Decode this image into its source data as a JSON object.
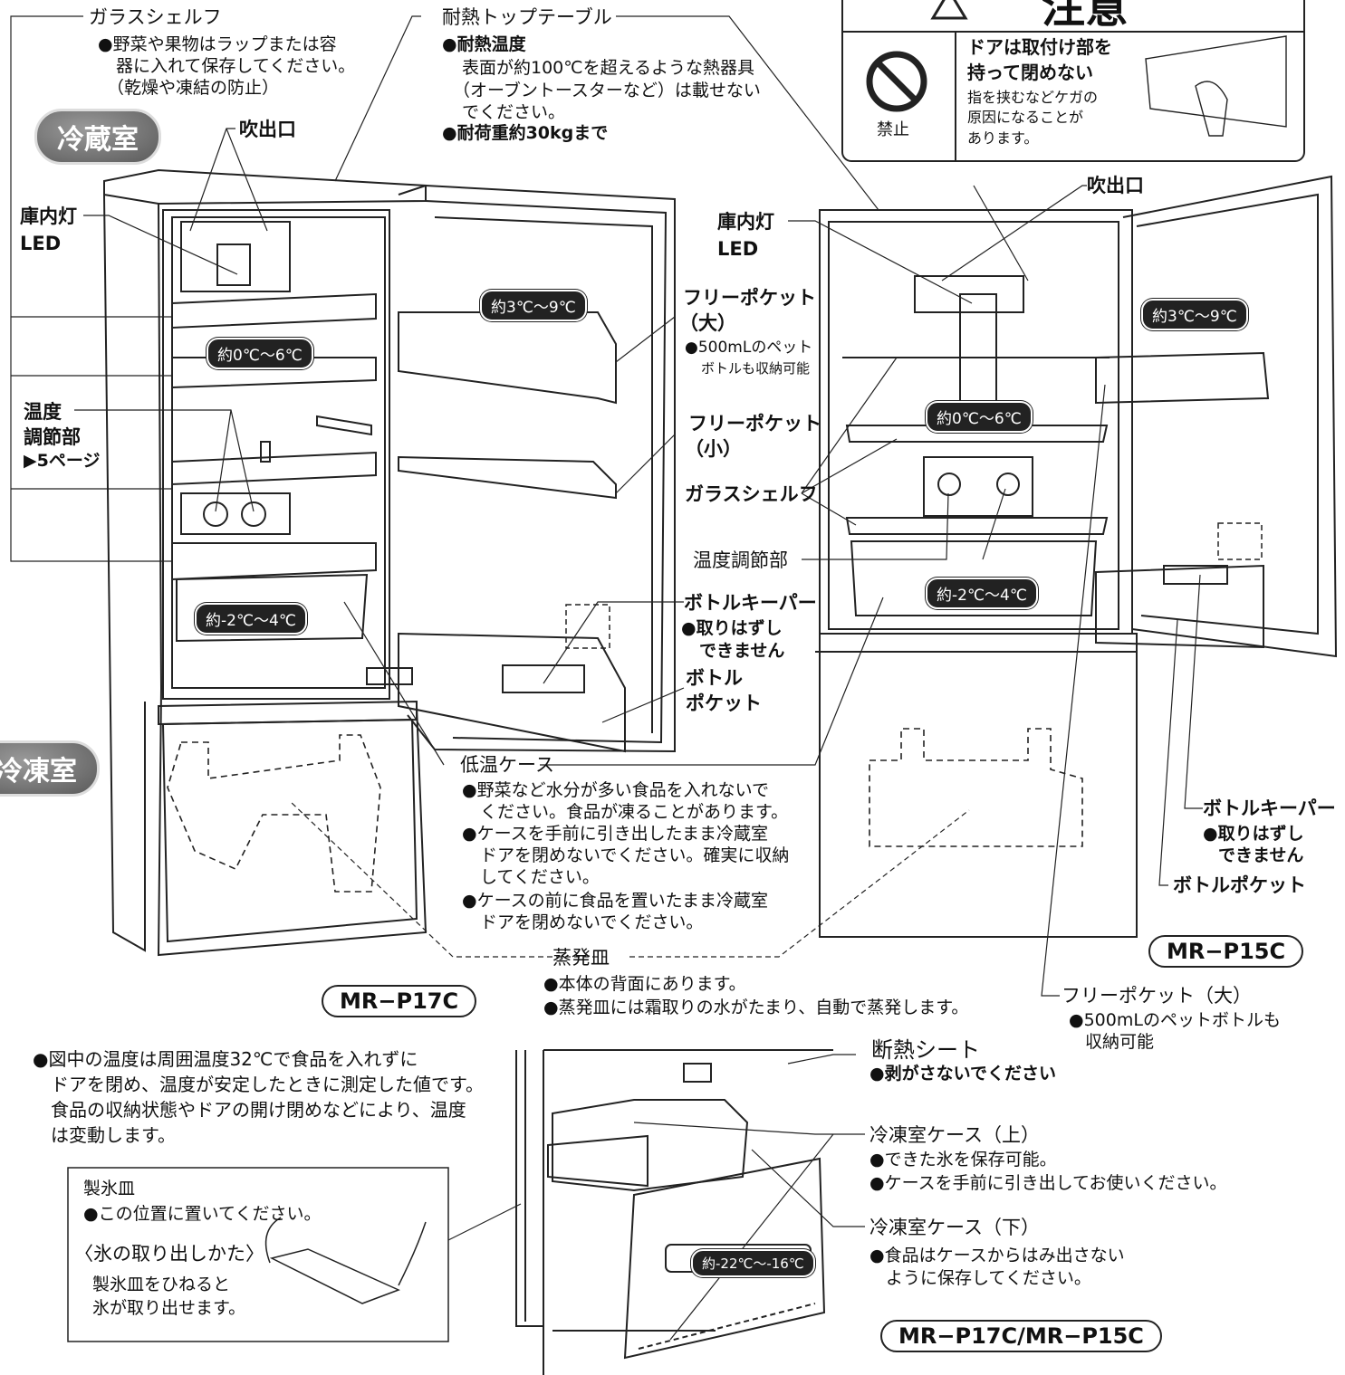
{
  "caution": {
    "title": "注意",
    "prohibit_label": "禁止",
    "heading_line1": "ドアは取付け部を",
    "heading_line2": "持って閉めない",
    "body_line1": "指を挟むなどケガの",
    "body_line2": "原因になることが",
    "body_line3": "あります。"
  },
  "sections": {
    "fridge": "冷蔵室",
    "freezer": "冷凍室"
  },
  "left_labels": {
    "glass_shelf": "ガラスシェルフ",
    "glass_note1": "●野菜や果物はラップまたは容",
    "glass_note2": "器に入れて保存してください。",
    "glass_note3": "（乾燥や凍結の防止）",
    "vent": "吹出口",
    "lamp1": "庫内灯",
    "lamp2": "LED",
    "temp_ctrl1": "温度",
    "temp_ctrl2": "調節部",
    "temp_ctrl3": "▶5ページ"
  },
  "top_table": {
    "title": "耐熱トップテーブル",
    "l1": "●耐熱温度",
    "l2": "表面が約100℃を超えるような熱器具",
    "l3": "（オーブントースターなど）は載せない",
    "l4": "でください。",
    "l5": "●耐荷重約30kgまで"
  },
  "temps": {
    "door": "約3℃〜9℃",
    "chill": "約0℃〜6℃",
    "low": "約-2℃〜4℃",
    "freezer": "約-22℃〜-16℃"
  },
  "mid_labels": {
    "free_large1": "フリーポケット",
    "free_large2": "（大）",
    "free_large_note1": "●500mLのペット",
    "free_large_note2": "ボトルも収納可能",
    "free_small1": "フリーポケット",
    "free_small2": "（小）",
    "keeper": "ボトルキーパー",
    "keeper_note1": "●取りはずし",
    "keeper_note2": "できません",
    "bottle1": "ボトル",
    "bottle2": "ポケット",
    "lowcase": "低温ケース",
    "lowcase_n1": "●野菜など水分が多い食品を入れないで",
    "lowcase_n2": "ください。食品が凍ることがあります。",
    "lowcase_n3": "●ケースを手前に引き出したまま冷蔵室",
    "lowcase_n4": "ドアを閉めないでください。確実に収納",
    "lowcase_n5": "してください。",
    "lowcase_n6": "●ケースの前に食品を置いたまま冷蔵室",
    "lowcase_n7": "ドアを閉めないでください。",
    "evap": "蒸発皿",
    "evap_n1": "●本体の背面にあります。",
    "evap_n2": "●蒸発皿には霜取りの水がたまり、自動で蒸発します。"
  },
  "right_labels": {
    "vent": "吹出口",
    "lamp1": "庫内灯",
    "lamp2": "LED",
    "glass": "ガラスシェルフ",
    "temp_ctrl": "温度調節部",
    "keeper": "ボトルキーパー",
    "keeper_note1": "●取りはずし",
    "keeper_note2": "できません",
    "bottle": "ボトルポケット",
    "free": "フリーポケット（大）",
    "free_note1": "●500mLのペットボトルも",
    "free_note2": "収納可能"
  },
  "models": {
    "p17": "MR−P17C",
    "p15": "MR−P15C",
    "both": "MR−P17C/MR−P15C"
  },
  "footnote": {
    "l1": "●図中の温度は周囲温度32℃で食品を入れずに",
    "l2": "ドアを閉め、温度が安定したときに測定した値です。",
    "l3": "食品の収納状態やドアの開け閉めなどにより、温度",
    "l4": "は変動します。"
  },
  "ice_tray": {
    "title": "製氷皿",
    "n1": "●この位置に置いてください。",
    "sub": "〈氷の取り出しかた〉",
    "d1": "製氷皿をひねると",
    "d2": "氷が取り出せます。"
  },
  "freezer_labels": {
    "sheet": "断熱シート",
    "sheet_note": "●剥がさないでください",
    "upper": "冷凍室ケース（上）",
    "upper_n1": "●できた氷を保存可能。",
    "upper_n2": "●ケースを手前に引き出してお使いください。",
    "lower": "冷凍室ケース（下）",
    "lower_n1": "●食品はケースからはみ出さない",
    "lower_n2": "ように保存してください。"
  }
}
